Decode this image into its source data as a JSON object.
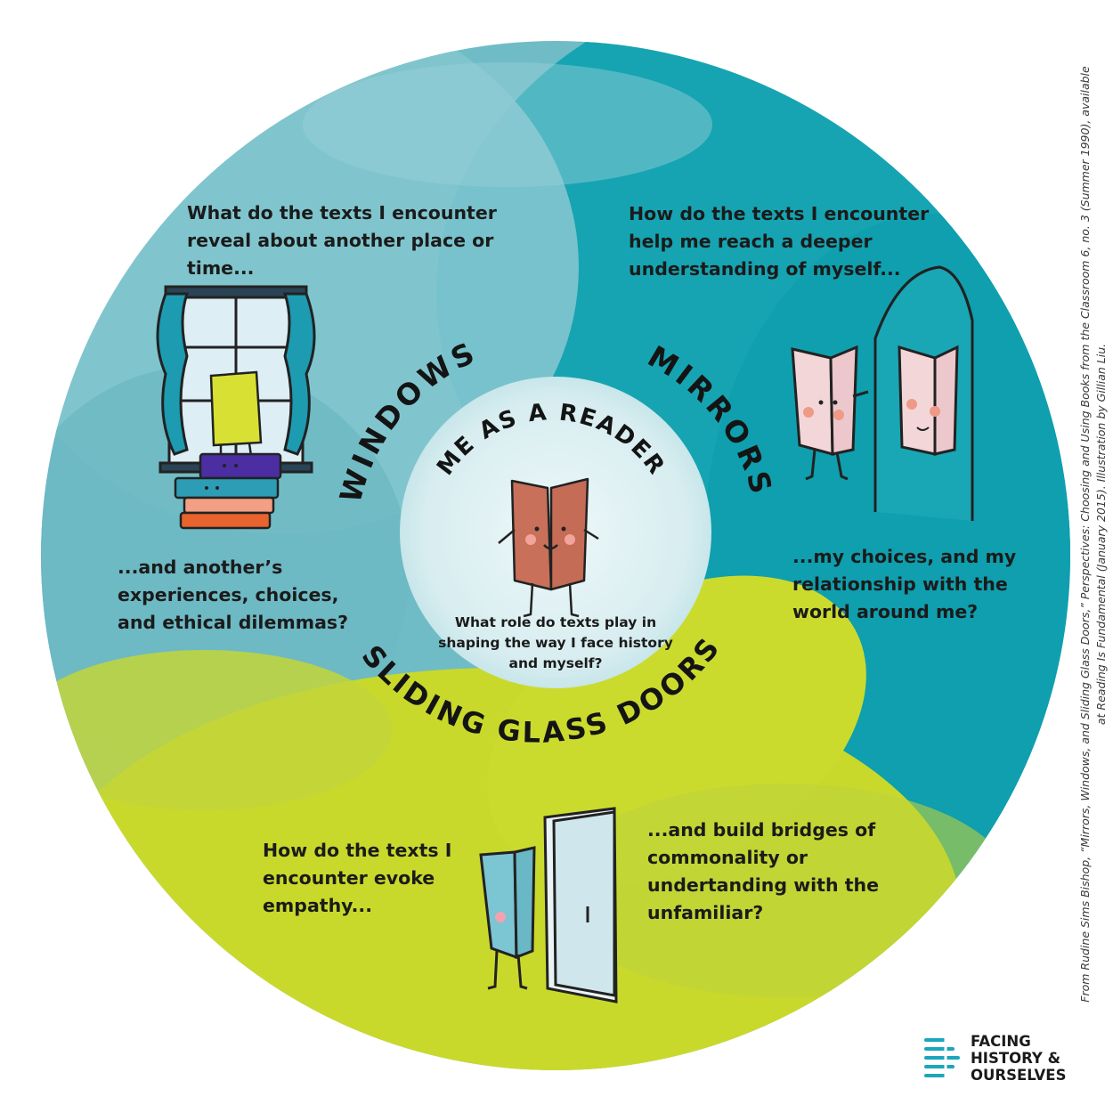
{
  "labels": {
    "center": "ME AS A READER",
    "windows": "WINDOWS",
    "mirrors": "MIRRORS",
    "doors": "SLIDING GLASS DOORS"
  },
  "center_question": [
    "What role do texts play in",
    "shaping the way I face history",
    "and myself?"
  ],
  "windows": {
    "question": [
      "What do the texts I encounter",
      "reveal about another place or",
      "time..."
    ],
    "continuation": [
      "...and another’s",
      "experiences, choices,",
      "and ethical dilemmas?"
    ]
  },
  "mirrors": {
    "question": [
      "How do the texts I encounter",
      "help me reach a deeper",
      "understanding of myself..."
    ],
    "continuation": [
      "...my choices, and my",
      "relationship with the",
      "world around me?"
    ]
  },
  "doors": {
    "question": [
      "How do the texts I",
      "encounter evoke",
      "empathy..."
    ],
    "continuation": [
      "...and build bridges of",
      "commonality or",
      "undertanding with the",
      "unfamiliar?"
    ]
  },
  "credit": [
    "From Rudine Sims Bishop, “Mirrors, Windows, and Sliding Glass Doors,” Perspectives: Choosing and Using Books from the Classroom 6, no. 3 (Summer 1990), available",
    "at Reading Is Fundamental (January 2015). Illustration by Gillian Liu."
  ],
  "logo": {
    "lines": [
      "FACING",
      "HISTORY &",
      "OURSELVES"
    ]
  },
  "colors": {
    "teal": "#0f9fae",
    "light_teal": "#7cc3cc",
    "yellow_green": "#c9da2b",
    "center_disc": "#dbeff1",
    "text": "#1b1b1b"
  },
  "icons": [
    "window-icon",
    "stacked-books-icon",
    "book-character-icon",
    "mirror-icon",
    "sliding-door-icon",
    "facing-history-logo-icon"
  ]
}
